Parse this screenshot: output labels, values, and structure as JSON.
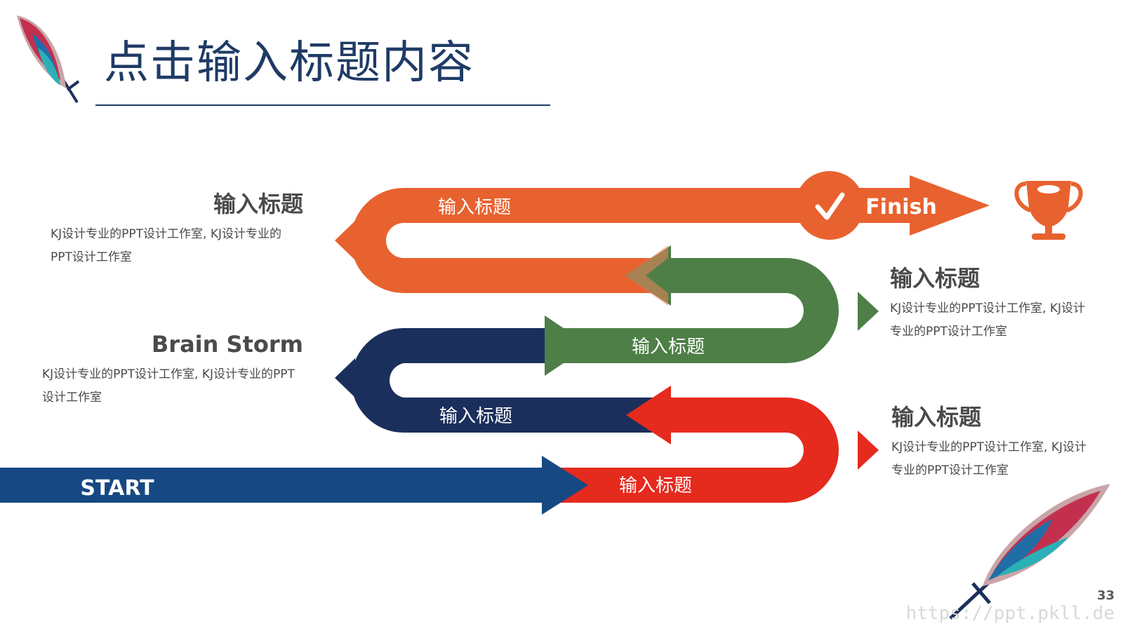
{
  "title": "点击输入标题内容",
  "colors": {
    "orange": "#e8622f",
    "green": "#4d7f47",
    "navy": "#1b2f5c",
    "red": "#e52a1e",
    "blue": "#164883",
    "title": "#1f3b66",
    "text": "#4a4a4a"
  },
  "path": {
    "start_label": "START",
    "finish_label": "Finish",
    "band_labels": [
      "输入标题",
      "输入标题",
      "输入标题",
      "输入标题"
    ],
    "finish_icon": "checkmark-icon",
    "trophy_icon": "trophy-icon"
  },
  "blocks": [
    {
      "title": "输入标题",
      "desc_line1": "KJ设计专业的PPT设计工作室, KJ设计专业的",
      "desc_line2": "PPT设计工作室"
    },
    {
      "title": "Brain Storm",
      "desc_line1": "KJ设计专业的PPT设计工作室, KJ设计专业的PPT",
      "desc_line2": "设计工作室"
    },
    {
      "title": "输入标题",
      "desc_line1": "KJ设计专业的PPT设计工作室, KJ设计",
      "desc_line2": "专业的PPT设计工作室"
    },
    {
      "title": "输入标题",
      "desc_line1": "KJ设计专业的PPT设计工作室, KJ设计",
      "desc_line2": "专业的PPT设计工作室"
    }
  ],
  "page_number": "33",
  "watermark": "https://ppt.pkll.de"
}
